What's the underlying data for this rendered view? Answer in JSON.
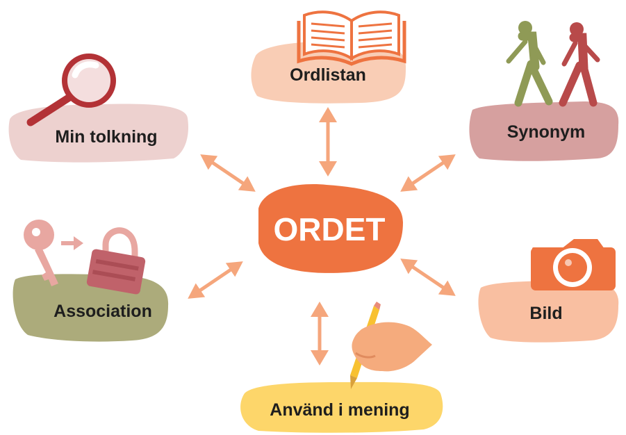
{
  "center": {
    "label": "ORDET",
    "color": "#ee7340"
  },
  "nodes": {
    "ordlistan": {
      "label": "Ordlistan",
      "color": "#f9cdb5",
      "icon": "open-book-icon"
    },
    "tolkning": {
      "label": "Min tolkning",
      "color": "#edd1cf",
      "icon": "magnifying-glass-icon"
    },
    "synonym": {
      "label": "Synonym",
      "color": "#d6a09f",
      "icon": "walking-people-icon"
    },
    "association": {
      "label": "Association",
      "color": "#acab7b",
      "icon": "key-and-padlock-icon"
    },
    "bild": {
      "label": "Bild",
      "color": "#f9bfa1",
      "icon": "camera-icon"
    },
    "mening": {
      "label": "Använd i mening",
      "color": "#fdd66a",
      "icon": "hand-writing-pencil-icon"
    }
  },
  "arrow_color": "#f5a67c"
}
